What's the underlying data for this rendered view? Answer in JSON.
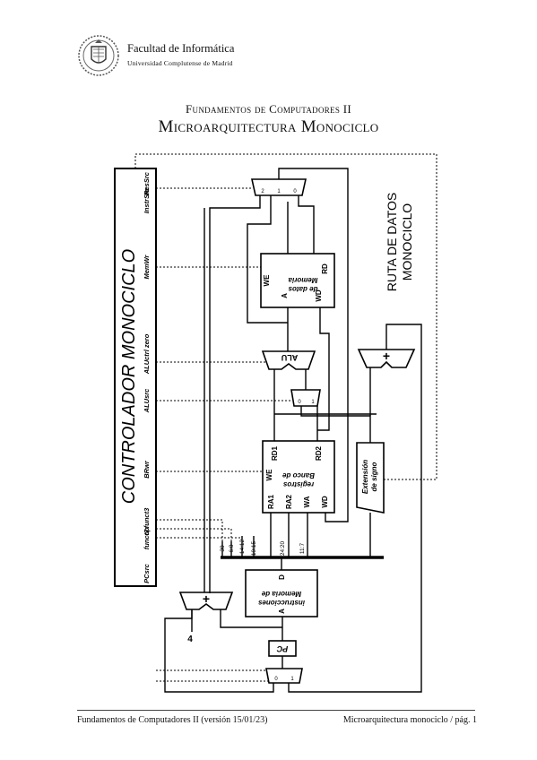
{
  "header": {
    "faculty": "Facultad de Informática",
    "university": "Universidad Complutense de Madrid"
  },
  "title": {
    "course": "Fundamentos de Computadores II",
    "topic": "Microarquitectura Monociclo"
  },
  "diagram": {
    "controller_title": "CONTROLADOR MONOCICLO",
    "datapath_title_1": "RUTA DE DATOS",
    "datapath_title_2": "MONOCICLO",
    "signals": {
      "instr_src": "InstrSrc",
      "res_src": "ResSrc",
      "mem_wr": "MemWr",
      "alu_ctrl_zero": "ALUctrl zero",
      "alu_src": "ALUsrc",
      "b_rwr": "BRwr",
      "funct3": "funct3",
      "op": "op",
      "funct7": "funct7",
      "pc_src": "PCsrc"
    },
    "data_memory": {
      "label_1": "Memoria",
      "label_2": "de datos",
      "we": "WE",
      "rd": "RD",
      "a": "A",
      "wd": "WD"
    },
    "alu": "ALU",
    "adder": "+",
    "register_bank": {
      "label_1": "Banco de",
      "label_2": "registros",
      "we": "WE",
      "rd1": "RD1",
      "rd2": "RD2",
      "ra1": "RA1",
      "ra2": "RA2",
      "wa": "WA",
      "wd": "WD"
    },
    "sign_ext": {
      "label_1": "Extensión",
      "label_2": "de signo"
    },
    "instr_memory": {
      "label_1": "Memoria de",
      "label_2": "instrucciones",
      "a": "A",
      "d": "D"
    },
    "bit_fields": [
      "30",
      "6:0",
      "14:12",
      "19:15",
      "24:20",
      "11:7"
    ],
    "pc": "PC",
    "const_four": "4",
    "mux_inputs_res": [
      "2",
      "1",
      "0"
    ],
    "mux_inputs_alu": [
      "0",
      "1"
    ],
    "mux_inputs_pc": [
      "0",
      "1"
    ]
  },
  "footer": {
    "left": "Fundamentos de Computadores II (versión 15/01/23)",
    "right": "Microarquitectura monociclo / pág. 1"
  }
}
